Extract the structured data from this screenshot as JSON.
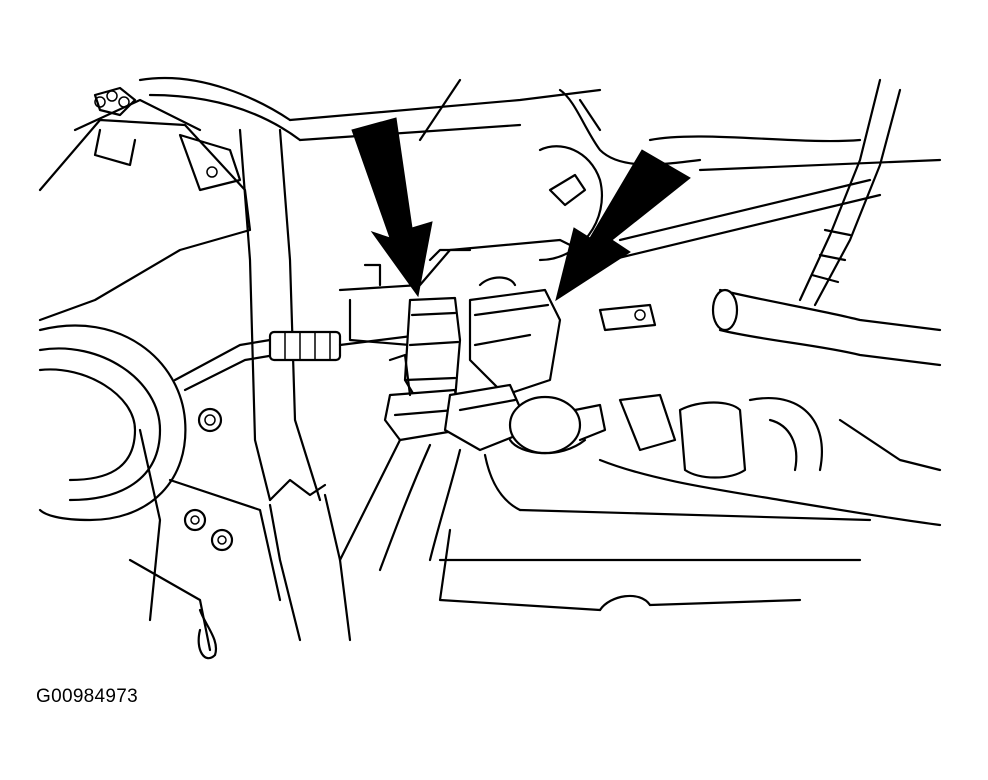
{
  "figure": {
    "code": "G00984973",
    "callouts": [
      {
        "icon": "arrow-down-icon",
        "target": "connector-left"
      },
      {
        "icon": "arrow-down-left-icon",
        "target": "connector-right"
      }
    ]
  }
}
